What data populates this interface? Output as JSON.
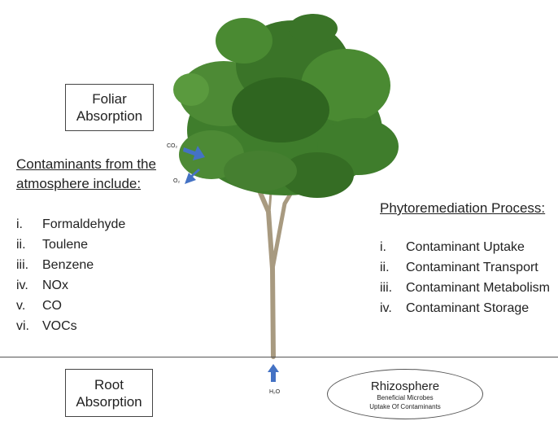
{
  "foliar_box": {
    "line1": "Foliar",
    "line2": "Absorption"
  },
  "root_box": {
    "line1": "Root",
    "line2": "Absorption"
  },
  "contaminants": {
    "heading_line1": "Contaminants from the",
    "heading_line2": "atmosphere include:",
    "items": [
      {
        "num": "i.",
        "label": "Formaldehyde"
      },
      {
        "num": "ii.",
        "label": "Toulene"
      },
      {
        "num": "iii.",
        "label": "Benzene"
      },
      {
        "num": "iv.",
        "label": "NOx"
      },
      {
        "num": "v.",
        "label": "CO"
      },
      {
        "num": "vi.",
        "label": "VOCs"
      }
    ]
  },
  "process": {
    "heading": "Phytoremediation Process:",
    "items": [
      {
        "num": "i.",
        "label": "Contaminant Uptake"
      },
      {
        "num": "ii.",
        "label": "Contaminant Transport"
      },
      {
        "num": "iii.",
        "label": "Contaminant Metabolism"
      },
      {
        "num": "iv.",
        "label": "Contaminant Storage"
      }
    ]
  },
  "gases": {
    "co2": "CO₂",
    "o2": "O₂",
    "h2o": "H₂O"
  },
  "rhizosphere": {
    "title": "Rhizosphere",
    "line1": "Beneficial Microbes",
    "line2": "Uptake Of Contaminants"
  },
  "colors": {
    "arrow": "#4472c4",
    "foliage": "#3f7d2c",
    "trunk": "#a89a80"
  }
}
